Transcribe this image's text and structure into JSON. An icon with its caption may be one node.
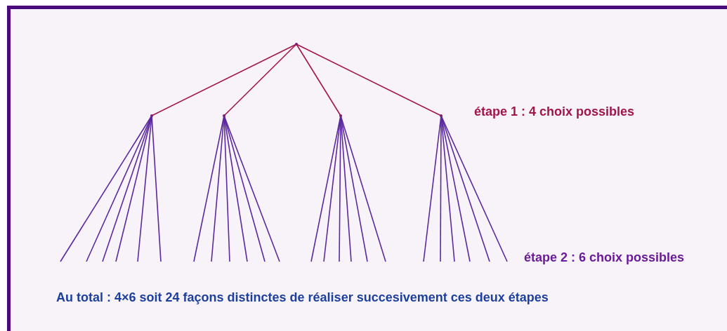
{
  "diagram": {
    "nodes": [
      {
        "text": [],
        "shape": "point"
      },
      {
        "text": [],
        "shape": "point"
      },
      {
        "text": [],
        "shape": "point"
      },
      {
        "text": [],
        "shape": "point"
      },
      {
        "text": [],
        "shape": "point"
      }
    ],
    "edges": [
      {
        "from": 0,
        "to": 1,
        "arrow": "none",
        "color": "#a3164e"
      },
      {
        "from": 0,
        "to": 2,
        "arrow": "none",
        "color": "#a3164e"
      },
      {
        "from": 0,
        "to": 3,
        "arrow": "none",
        "color": "#a3164e"
      },
      {
        "from": 0,
        "to": 4,
        "arrow": "none",
        "color": "#a3164e"
      },
      {
        "from": 1,
        "to": null,
        "arrow": "none"
      },
      {
        "from": 1,
        "to": null,
        "arrow": "none"
      },
      {
        "from": 1,
        "to": null,
        "arrow": "none"
      },
      {
        "from": 1,
        "to": null,
        "arrow": "none"
      },
      {
        "from": 1,
        "to": null,
        "arrow": "none"
      },
      {
        "from": 1,
        "to": null,
        "arrow": "none"
      },
      {
        "from": 2,
        "to": null,
        "arrow": "none"
      },
      {
        "from": 2,
        "to": null,
        "arrow": "none"
      },
      {
        "from": 2,
        "to": null,
        "arrow": "none"
      },
      {
        "from": 2,
        "to": null,
        "arrow": "none"
      },
      {
        "from": 2,
        "to": null,
        "arrow": "none"
      },
      {
        "from": 2,
        "to": null,
        "arrow": "none"
      },
      {
        "from": 3,
        "to": null,
        "arrow": "none"
      },
      {
        "from": 3,
        "to": null,
        "arrow": "none"
      },
      {
        "from": 3,
        "to": null,
        "arrow": "none"
      },
      {
        "from": 3,
        "to": null,
        "arrow": "none"
      },
      {
        "from": 3,
        "to": null,
        "arrow": "none"
      },
      {
        "from": 3,
        "to": null,
        "arrow": "none"
      },
      {
        "from": 4,
        "to": null,
        "arrow": "none"
      },
      {
        "from": 4,
        "to": null,
        "arrow": "none"
      },
      {
        "from": 4,
        "to": null,
        "arrow": "none"
      },
      {
        "from": 4,
        "to": null,
        "arrow": "none"
      },
      {
        "from": 4,
        "to": null,
        "arrow": "none"
      },
      {
        "from": 4,
        "to": null,
        "arrow": "none"
      }
    ],
    "labels": [
      "étape 1 : 4 choix possibles",
      "étape 2 : 6 choix possibles",
      "Au total : 4×6 soit 24 façons distinctes de réaliser succesivement ces deux étapes"
    ]
  }
}
